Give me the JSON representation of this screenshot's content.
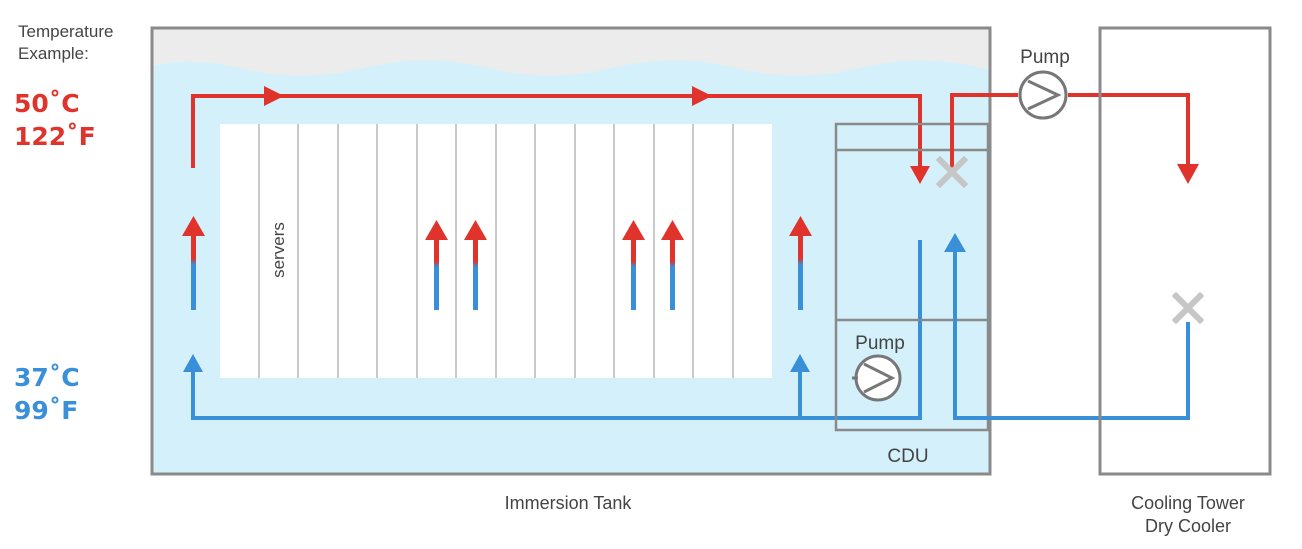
{
  "legend": {
    "title_line1": "Temperature",
    "title_line2": "Example:",
    "hot_c": "50˚C",
    "hot_f": "122˚F",
    "cold_c": "37˚C",
    "cold_f": "99˚F"
  },
  "labels": {
    "servers": "servers",
    "pump_tower": "Pump",
    "pump_cdu": "Pump",
    "cdu": "CDU",
    "immersion_tank": "Immersion Tank",
    "tower_line1": "Cooling Tower",
    "tower_line2": "Dry Cooler"
  },
  "colors": {
    "hot": "#e0332b",
    "cold": "#3a8fd9",
    "coolant": "#d4f0fb",
    "tank_border": "#8a8a8a",
    "air": "#ececec",
    "rack_line": "#b8b8b8",
    "valve": "#c6c6c6"
  }
}
